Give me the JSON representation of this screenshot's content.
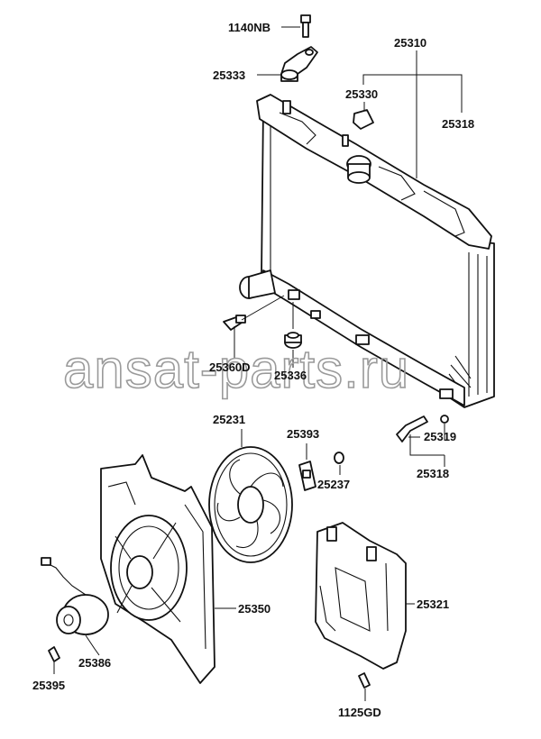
{
  "watermark": "ansat-parts.ru",
  "labels": {
    "p1140NB": "1140NB",
    "p25333": "25333",
    "p25310": "25310",
    "p25330": "25330",
    "p25318_top": "25318",
    "p25360D": "25360D",
    "p25336": "25336",
    "p25231": "25231",
    "p25393": "25393",
    "p25237": "25237",
    "p25319": "25319",
    "p25318_bottom": "25318",
    "p25350": "25350",
    "p25321": "25321",
    "p25386": "25386",
    "p25395": "25395",
    "p1125GD": "1125GD"
  }
}
